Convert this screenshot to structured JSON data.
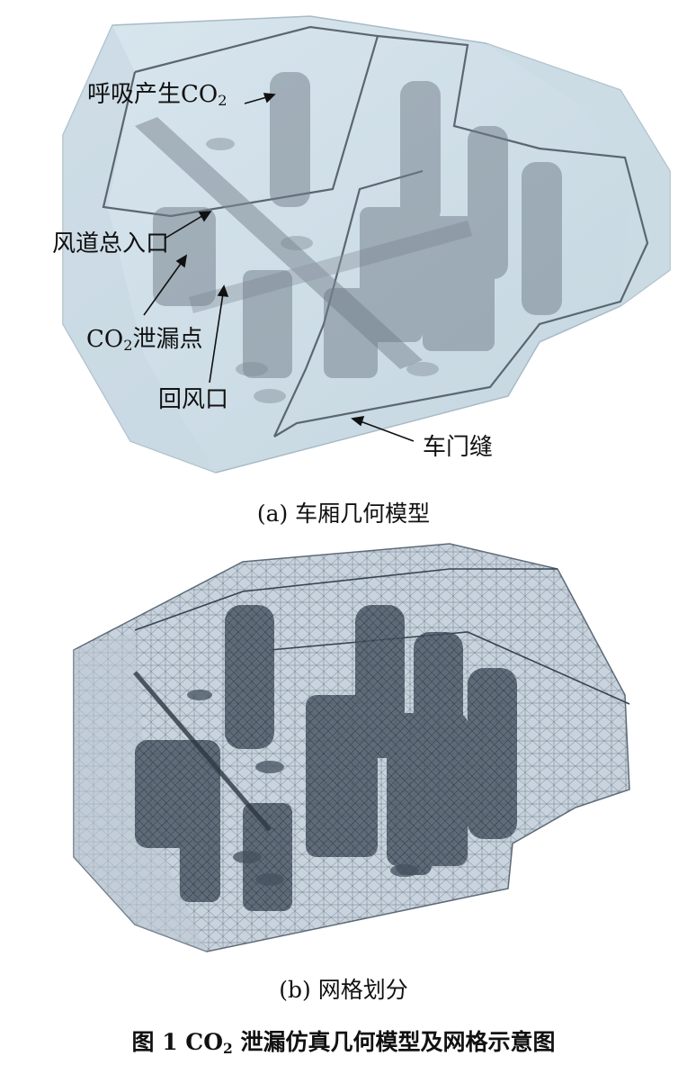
{
  "panel_a": {
    "caption": "(a) 车厢几何模型",
    "labels": {
      "breath": "呼吸产生CO",
      "breath_sub": "2",
      "duct_inlet": "风道总入口",
      "leak_prefix": "CO",
      "leak_sub": "2",
      "leak_suffix": "泄漏点",
      "return_air": "回风口",
      "door_gap": "车门缝"
    }
  },
  "panel_b": {
    "caption": "(b) 网格划分"
  },
  "figure_caption": {
    "prefix": "图 1 CO",
    "sub": "2",
    "suffix": " 泄漏仿真几何模型及网格示意图"
  }
}
